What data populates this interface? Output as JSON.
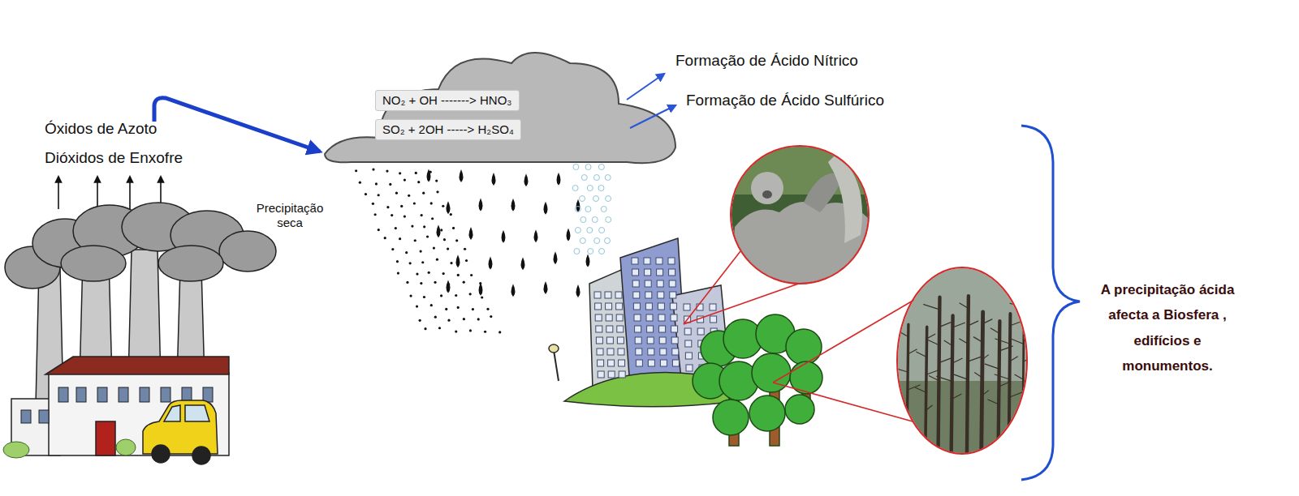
{
  "diagram": {
    "nodes": [
      {
        "text": [
          "NO₂ + OH -------> HNO₃"
        ]
      },
      {
        "text": [
          "SO₂ + 2OH -----> H₂SO₄"
        ]
      }
    ],
    "labels": [
      "Óxidos de Azoto",
      "Dióxidos de Enxofre",
      "Precipitação seca",
      "Formação de Ácido Nítrico",
      "Formação de Ácido Sulfúrico",
      "A precipitação ácida afecta a Biosfera , edifícios e monumentos."
    ]
  }
}
